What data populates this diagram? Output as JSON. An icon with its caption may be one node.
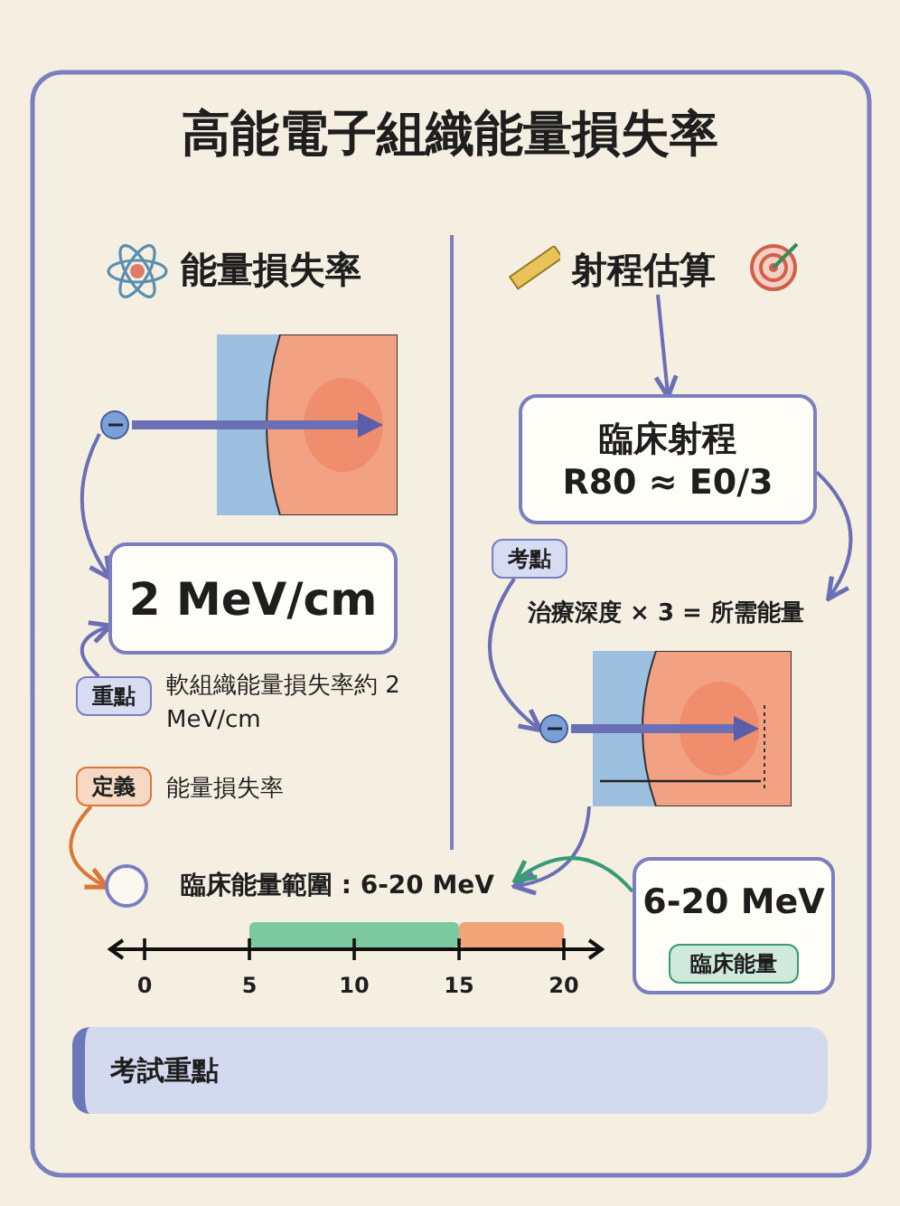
{
  "diagram": {
    "title": "高能電子組織能量損失率",
    "nodes": [
      {
        "text": [],
        "shape": "picture"
      },
      {
        "text": [
          "2 MeV/cm"
        ]
      },
      {
        "text": [
          "重點"
        ],
        "beside": [
          "軟組織能量損失率約 2 MeV/cm"
        ]
      },
      {
        "text": [
          "定義"
        ],
        "beside": [
          "能量損失率"
        ]
      },
      {
        "text": [],
        "shape": "circle"
      },
      {
        "text": [
          "射程估算"
        ]
      },
      {
        "text": [
          "臨床射程",
          "R80 ≈ E0/3"
        ]
      },
      {
        "text": [
          "治療深度 × 3 = 所需能量"
        ]
      },
      {
        "text": [
          "考點"
        ]
      },
      {
        "text": [],
        "shape": "picture"
      },
      {
        "text": [
          "臨床能量範圍 : 6-20 MeV"
        ]
      },
      {
        "text": [
          "6-20 MeV"
        ]
      },
      {
        "text": [
          "臨床能量"
        ],
        "in": 11
      },
      {
        "text": [
          "考試重點"
        ]
      }
    ],
    "edges": [
      {
        "from": 0,
        "to": 1,
        "arrow": "to"
      },
      {
        "from": 2,
        "to": 1,
        "arrow": "to"
      },
      {
        "from": 3,
        "to": 4,
        "arrow": "to",
        "color": "#d9773a"
      },
      {
        "from": 5,
        "to": 6,
        "arrow": "to"
      },
      {
        "from": 6,
        "to": 7,
        "arrow": "to"
      },
      {
        "from": 8,
        "to": 9,
        "arrow": "to"
      },
      {
        "from": 9,
        "to": 10,
        "arrow": "to"
      },
      {
        "from": 11,
        "to": 10,
        "arrow": "to",
        "color": "#3a9a78"
      }
    ],
    "labels": [
      "能量損失率",
      "0",
      "5",
      "10",
      "15",
      "20"
    ]
  }
}
